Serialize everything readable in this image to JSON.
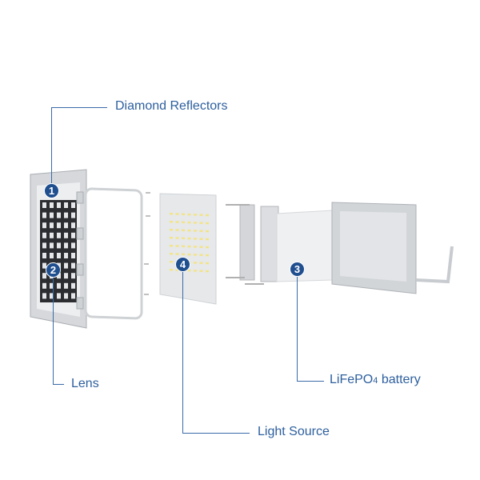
{
  "title": "Exploded view of solar flood light",
  "colors": {
    "label": "#2d5f9e",
    "marker": "#1f4f8f",
    "led": "#f3e48a"
  },
  "callouts": [
    {
      "number": "1",
      "label": "Diamond Reflectors"
    },
    {
      "number": "2",
      "label": "Lens"
    },
    {
      "number": "3",
      "label": "LiFePO4 battery",
      "label_main": "LiFePO",
      "label_sub": "4",
      "label_tail": " battery"
    },
    {
      "number": "4",
      "label": "Light Source"
    }
  ]
}
